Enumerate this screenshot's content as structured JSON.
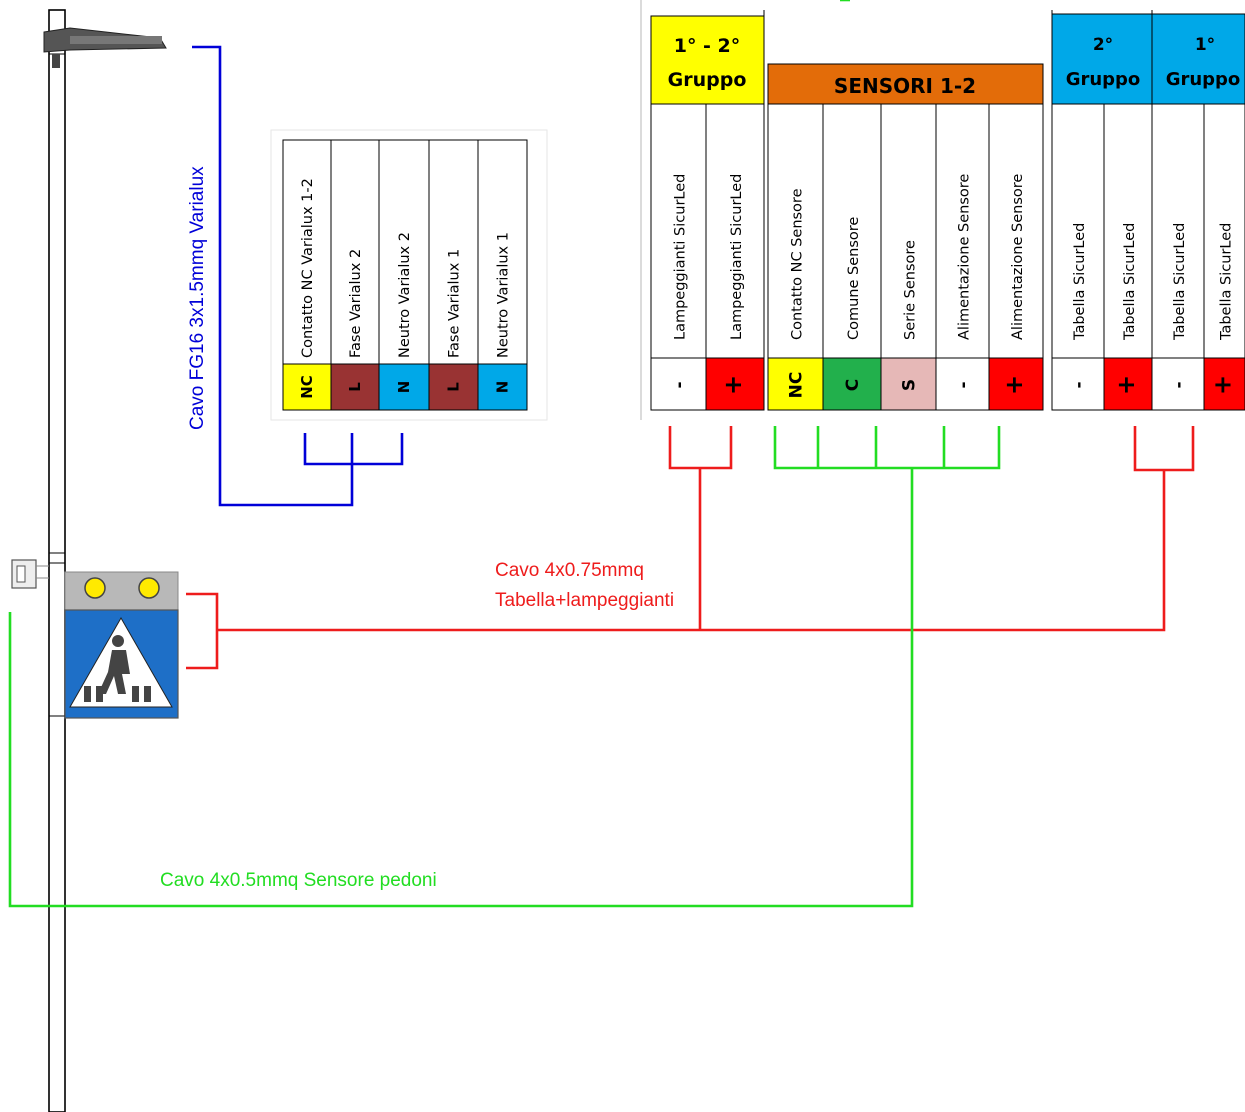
{
  "colors": {
    "blue_wire": "#0000d8",
    "red_wire": "#ee1c1c",
    "green_wire": "#22dd22",
    "yellow": "#ffff00",
    "brown": "#993333",
    "cyan": "#00a8e8",
    "orange": "#e36c09",
    "green_cell": "#22b04c",
    "pink": "#e6b8b7",
    "red": "#ff0000"
  },
  "cables": {
    "varialux": "Cavo FG16 3x1.5mmq Varialux",
    "tabella_line1": "Cavo 4x0.75mmq",
    "tabella_line2": "Tabella+lampeggianti",
    "sensore": "Cavo 4x0.5mmq Sensore pedoni"
  },
  "varialux_block": {
    "labels": [
      "Contatto NC Varialux 1-2",
      "Fase Varialux 2",
      "Neutro Varialux 2",
      "Fase Varialux 1",
      "Neutro Varialux 1"
    ],
    "terminals": [
      {
        "text": "NC",
        "color": "#ffff00"
      },
      {
        "text": "L",
        "color": "#993333"
      },
      {
        "text": "N",
        "color": "#00a8e8"
      },
      {
        "text": "L",
        "color": "#993333"
      },
      {
        "text": "N",
        "color": "#00a8e8"
      }
    ]
  },
  "terminal_block": {
    "headers": {
      "gruppo_12_line1": "1° - 2°",
      "gruppo_12_line2": "Gruppo",
      "sensori": "SENSORI 1-2",
      "gruppo_2_line1": "2°",
      "gruppo_2_line2": "Gruppo",
      "gruppo_1_line1": "1°",
      "gruppo_1_line2": "Gruppo"
    },
    "labels": [
      "Lampeggianti SicurLed",
      "Lampeggianti SicurLed",
      "Contatto NC Sensore",
      "Comune Sensore",
      "Serie Sensore",
      "Alimentazione Sensore",
      "Alimentazione Sensore",
      "Tabella SicurLed",
      "Tabella SicurLed",
      "Tabella SicurLed",
      "Tabella SicurLed"
    ],
    "terminals": [
      {
        "text": "-",
        "color": "#ffffff"
      },
      {
        "text": "+",
        "color": "#ff0000"
      },
      {
        "text": "NC",
        "color": "#ffff00"
      },
      {
        "text": "C",
        "color": "#22b04c"
      },
      {
        "text": "S",
        "color": "#e6b8b7"
      },
      {
        "text": "-",
        "color": "#ffffff"
      },
      {
        "text": "+",
        "color": "#ff0000"
      },
      {
        "text": "-",
        "color": "#ffffff"
      },
      {
        "text": "+",
        "color": "#ff0000"
      },
      {
        "text": "-",
        "color": "#ffffff"
      },
      {
        "text": "+",
        "color": "#ff0000"
      }
    ]
  }
}
